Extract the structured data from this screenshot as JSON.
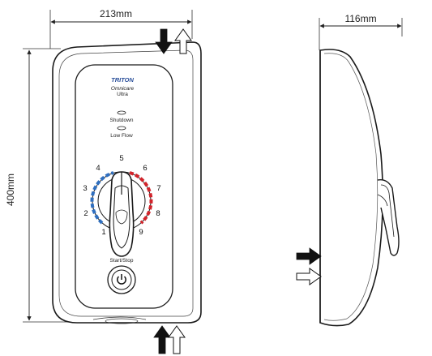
{
  "dimensions": {
    "width_label": "213mm",
    "height_label": "400mm",
    "depth_label": "116mm"
  },
  "front_panel": {
    "brand": "TRITON",
    "model_line1": "Omnicare",
    "model_line2": "Ultra",
    "indicator_shutdown": "Shutdown",
    "indicator_low_flow": "Low Flow",
    "button_label": "Start/Stop",
    "dial_numbers": [
      "1",
      "2",
      "3",
      "4",
      "5",
      "6",
      "7",
      "8",
      "9"
    ]
  },
  "colors": {
    "brand": "#2a4f9a",
    "cold_arc": "#2f6fc0",
    "hot_arc": "#d2232a",
    "outline": "#1a1a1a"
  },
  "icons": [
    "water-inlet-arrow-icon",
    "water-outlet-arrow-icon",
    "power-icon"
  ]
}
